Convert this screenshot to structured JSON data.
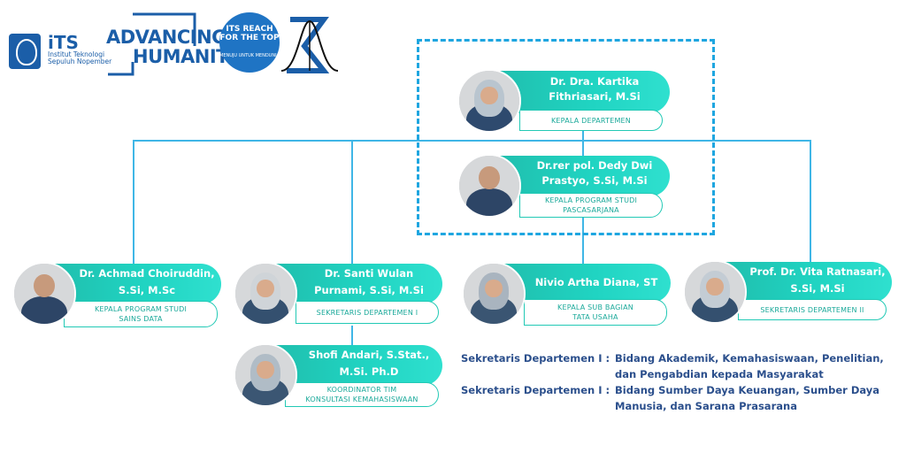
{
  "logos": {
    "its_word": "iTS",
    "its_sub": "Institut Teknologi Sepuluh Nopember",
    "advancing": "ADVANCING",
    "humanity": "HUMANITY.",
    "reach_top": "ITS REACH FOR THE TOP",
    "reach_bottom": "MENUJU UNTUK MENDUNIA"
  },
  "head": {
    "name": "Dr. Dra. Kartika Fithriasari, M.Si",
    "role": "KEPALA DEPARTEMEN"
  },
  "kaprodi_s2": {
    "name": "Dr.rer pol. Dedy Dwi Prastyo, S.Si, M.Si",
    "role": "KEPALA PROGRAM STUDI\nPASCASARJANA"
  },
  "kaprodi_sd": {
    "name": "Dr. Achmad Choiruddin, S.Si, M.Sc",
    "role": "KEPALA PROGRAM STUDI\nSAINS DATA"
  },
  "sekdep1": {
    "name": "Dr. Santi Wulan Purnami, S.Si, M.Si",
    "role": "SEKRETARIS DEPARTEMEN I"
  },
  "kasubag": {
    "name": "Nivio Artha Diana, ST",
    "role": "KEPALA SUB BAGIAN\nTATA USAHA"
  },
  "sekdep2": {
    "name": "Prof. Dr. Vita Ratnasari, S.Si, M.Si",
    "role": "SEKRETARIS DEPARTEMEN II"
  },
  "koordinator": {
    "name": "Shofi Andari, S.Stat., M.Si. Ph.D",
    "role": "KOORDINATOR TIM\nKONSULTASI KEMAHASISWAAN"
  },
  "legend": [
    {
      "label": "Sekretaris Departemen I :",
      "text": "Bidang Akademik, Kemahasiswaan, Penelitian, dan Pengabdian kepada Masyarakat"
    },
    {
      "label": "Sekretaris Departemen I :",
      "text": "Bidang Sumber Daya Keuangan, Sumber Daya Manusia, dan Sarana Prasarana"
    }
  ],
  "colors": {
    "line": "#3fb6e6",
    "dash": "#1ea6e0",
    "pill": "#20d4c2",
    "legend_text": "#2b4f8c"
  }
}
